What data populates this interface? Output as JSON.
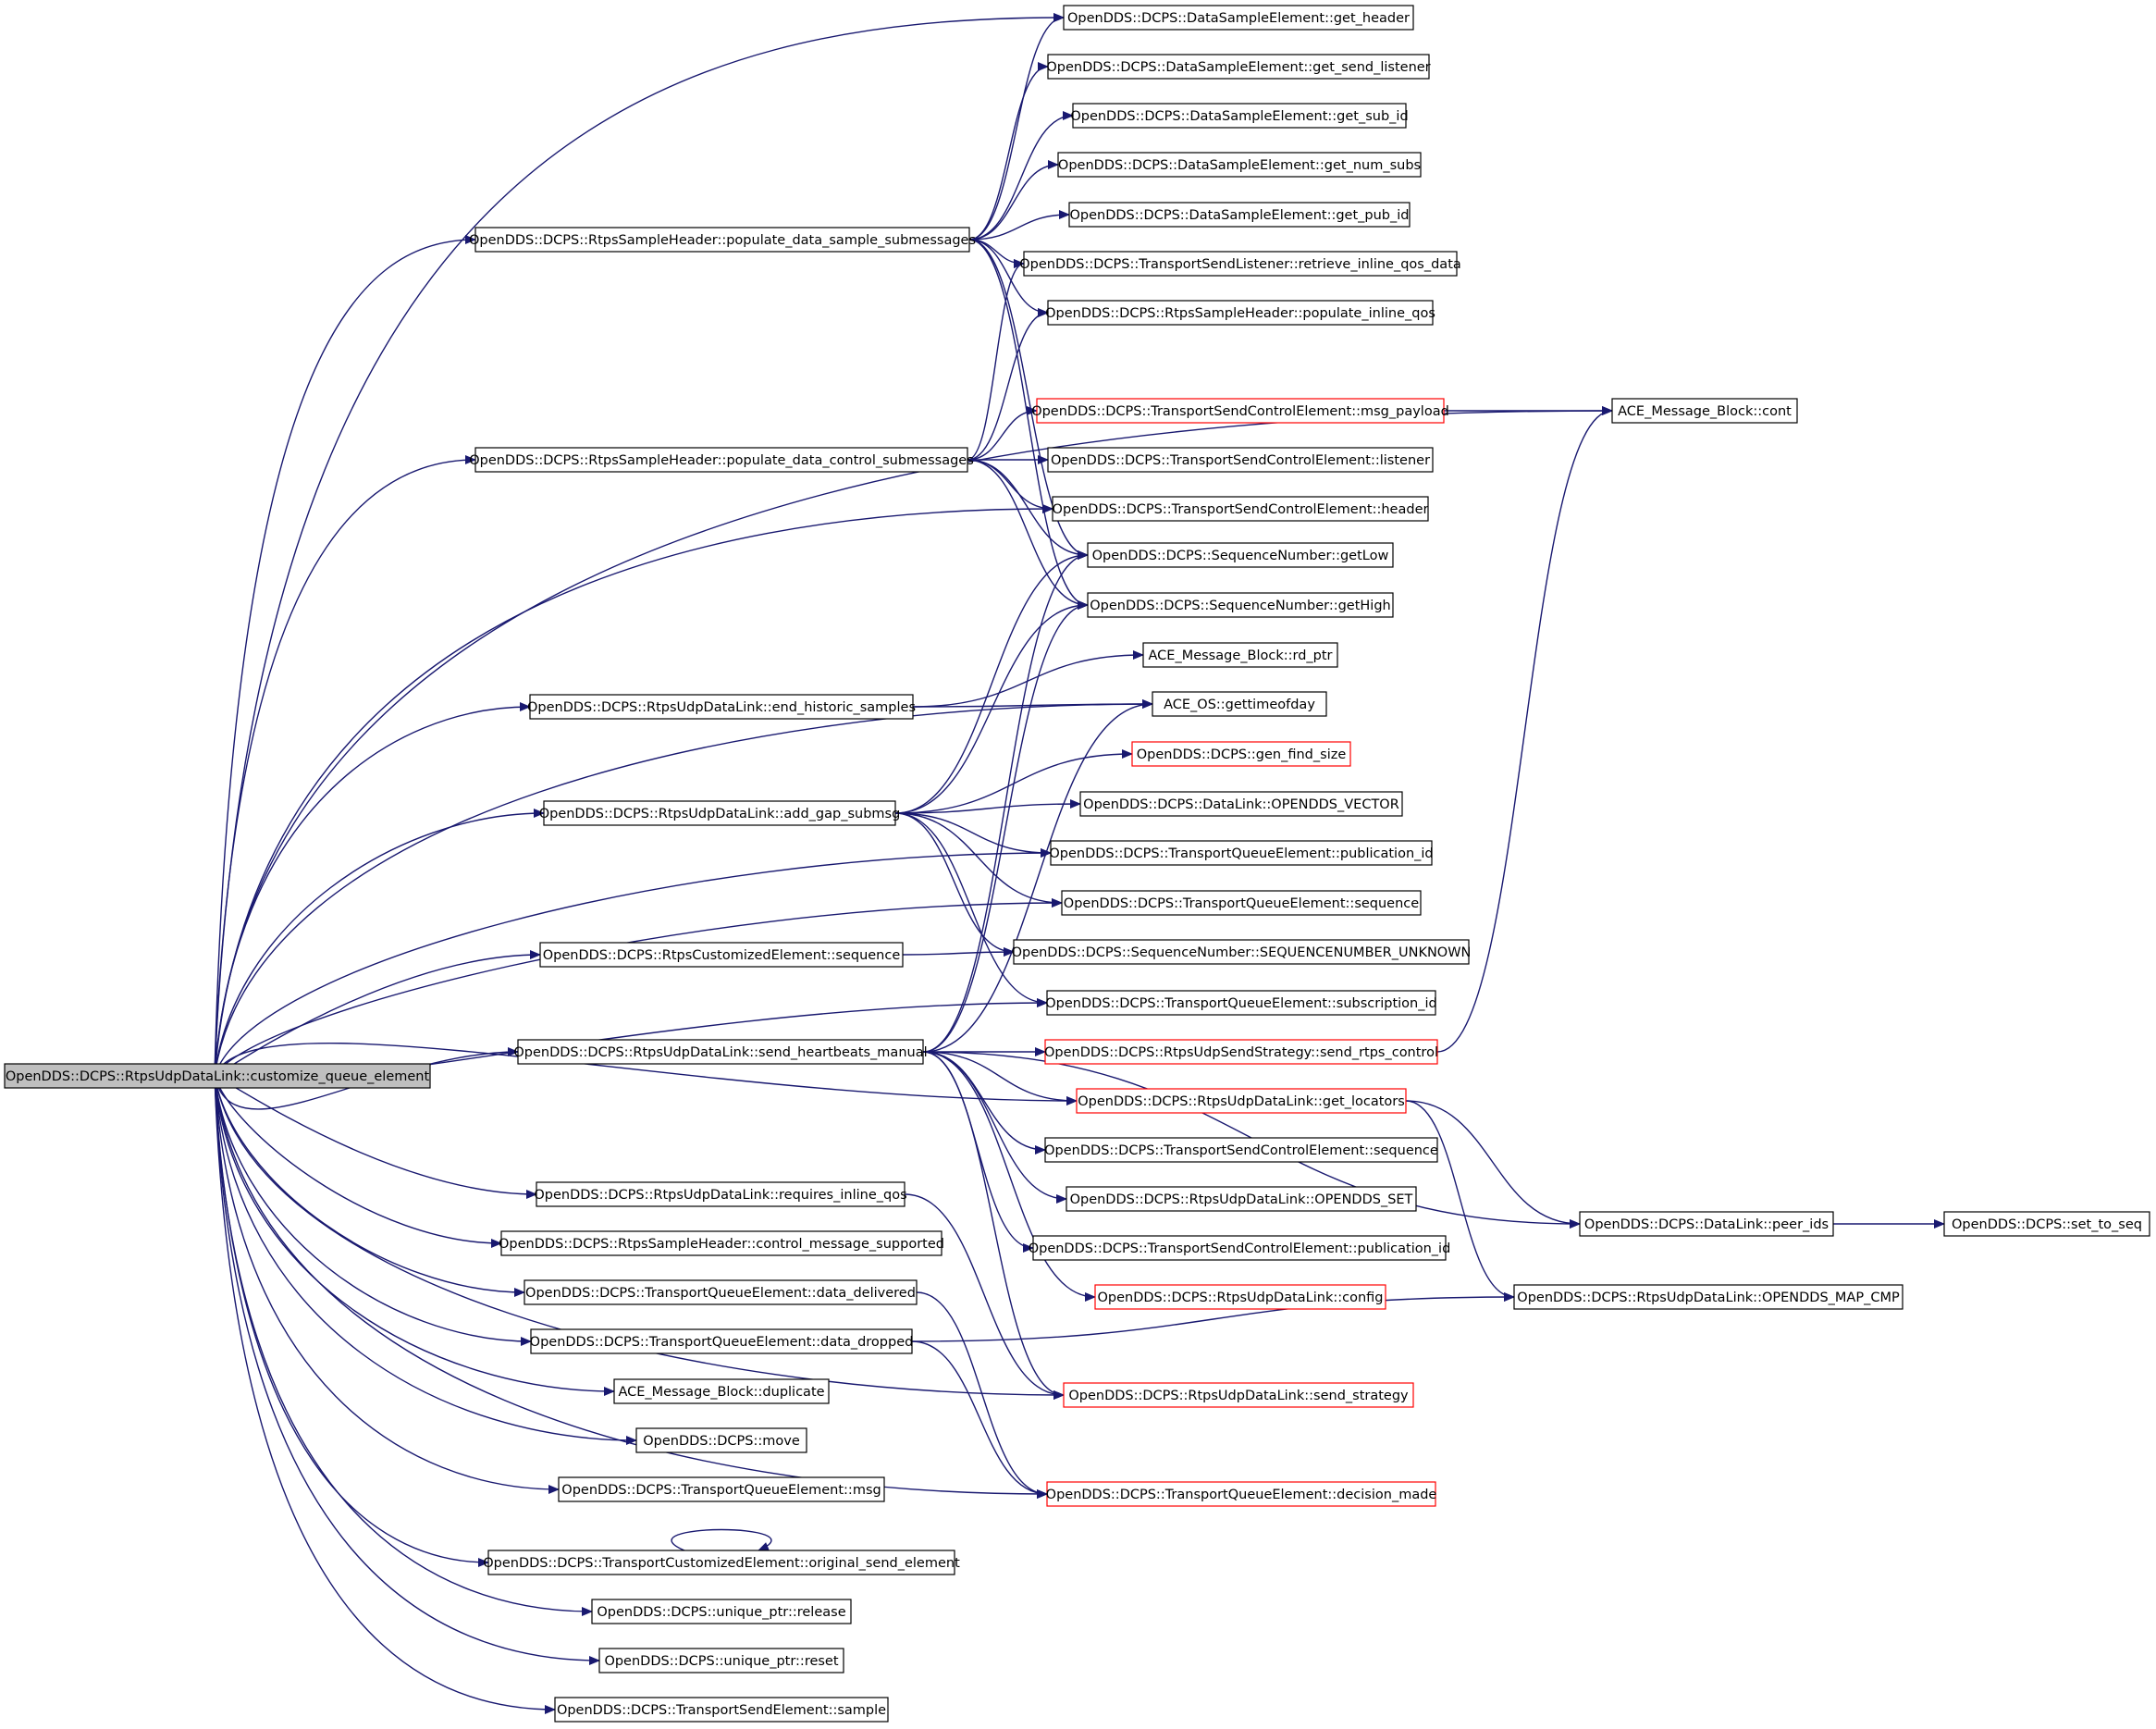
{
  "colors": {
    "edge": "#191970",
    "border_normal": "#000000",
    "border_truncated": "#ff0000",
    "root_fill": "#bfbfbf",
    "node_fill": "#ffffff",
    "text": "#000000"
  },
  "root": "OpenDDS::DCPS::RtpsUdpDataLink::customize_queue_element",
  "nodes": [
    {
      "id": "root",
      "label": "OpenDDS::DCPS::RtpsUdpDataLink::customize_queue_element",
      "style": "root"
    },
    {
      "id": "p_data_sub",
      "label": "OpenDDS::DCPS::RtpsSampleHeader::populate_data_sample_submessages",
      "style": "normal"
    },
    {
      "id": "p_ctrl_sub",
      "label": "OpenDDS::DCPS::RtpsSampleHeader::populate_data_control_submessages",
      "style": "normal"
    },
    {
      "id": "end_hist",
      "label": "OpenDDS::DCPS::RtpsUdpDataLink::end_historic_samples",
      "style": "normal"
    },
    {
      "id": "add_gap",
      "label": "OpenDDS::DCPS::RtpsUdpDataLink::add_gap_submsg",
      "style": "normal"
    },
    {
      "id": "rce_seq",
      "label": "OpenDDS::DCPS::RtpsCustomizedElement::sequence",
      "style": "normal"
    },
    {
      "id": "send_hb",
      "label": "OpenDDS::DCPS::RtpsUdpDataLink::send_heartbeats_manual",
      "style": "normal"
    },
    {
      "id": "req_qos",
      "label": "OpenDDS::DCPS::RtpsUdpDataLink::requires_inline_qos",
      "style": "normal"
    },
    {
      "id": "ctrl_sup",
      "label": "OpenDDS::DCPS::RtpsSampleHeader::control_message_supported",
      "style": "normal"
    },
    {
      "id": "tqe_deliv",
      "label": "OpenDDS::DCPS::TransportQueueElement::data_delivered",
      "style": "normal"
    },
    {
      "id": "tqe_drop",
      "label": "OpenDDS::DCPS::TransportQueueElement::data_dropped",
      "style": "normal"
    },
    {
      "id": "amb_dup",
      "label": "ACE_Message_Block::duplicate",
      "style": "normal"
    },
    {
      "id": "move",
      "label": "OpenDDS::DCPS::move",
      "style": "normal"
    },
    {
      "id": "tqe_msg",
      "label": "OpenDDS::DCPS::TransportQueueElement::msg",
      "style": "normal"
    },
    {
      "id": "tce_orig",
      "label": "OpenDDS::DCPS::TransportCustomizedElement::original_send_element",
      "style": "normal"
    },
    {
      "id": "up_rel",
      "label": "OpenDDS::DCPS::unique_ptr::release",
      "style": "normal"
    },
    {
      "id": "up_reset",
      "label": "OpenDDS::DCPS::unique_ptr::reset",
      "style": "normal"
    },
    {
      "id": "tse_sample",
      "label": "OpenDDS::DCPS::TransportSendElement::sample",
      "style": "normal"
    },
    {
      "id": "dse_hdr",
      "label": "OpenDDS::DCPS::DataSampleElement::get_header",
      "style": "normal"
    },
    {
      "id": "dse_lis",
      "label": "OpenDDS::DCPS::DataSampleElement::get_send_listener",
      "style": "normal"
    },
    {
      "id": "dse_sub",
      "label": "OpenDDS::DCPS::DataSampleElement::get_sub_id",
      "style": "normal"
    },
    {
      "id": "dse_num",
      "label": "OpenDDS::DCPS::DataSampleElement::get_num_subs",
      "style": "normal"
    },
    {
      "id": "dse_pub",
      "label": "OpenDDS::DCPS::DataSampleElement::get_pub_id",
      "style": "normal"
    },
    {
      "id": "tsl_ret",
      "label": "OpenDDS::DCPS::TransportSendListener::retrieve_inline_qos_data",
      "style": "normal"
    },
    {
      "id": "rsh_inl",
      "label": "OpenDDS::DCPS::RtpsSampleHeader::populate_inline_qos",
      "style": "normal"
    },
    {
      "id": "tsce_pay",
      "label": "OpenDDS::DCPS::TransportSendControlElement::msg_payload",
      "style": "truncated"
    },
    {
      "id": "tsce_lis",
      "label": "OpenDDS::DCPS::TransportSendControlElement::listener",
      "style": "normal"
    },
    {
      "id": "tsce_hdr",
      "label": "OpenDDS::DCPS::TransportSendControlElement::header",
      "style": "normal"
    },
    {
      "id": "sn_low",
      "label": "OpenDDS::DCPS::SequenceNumber::getLow",
      "style": "normal"
    },
    {
      "id": "sn_high",
      "label": "OpenDDS::DCPS::SequenceNumber::getHigh",
      "style": "normal"
    },
    {
      "id": "amb_rd",
      "label": "ACE_Message_Block::rd_ptr",
      "style": "normal"
    },
    {
      "id": "aceos_tod",
      "label": "ACE_OS::gettimeofday",
      "style": "normal"
    },
    {
      "id": "gen_find",
      "label": "OpenDDS::DCPS::gen_find_size",
      "style": "truncated"
    },
    {
      "id": "dl_vec",
      "label": "OpenDDS::DCPS::DataLink::OPENDDS_VECTOR",
      "style": "normal"
    },
    {
      "id": "tqe_pubid",
      "label": "OpenDDS::DCPS::TransportQueueElement::publication_id",
      "style": "normal"
    },
    {
      "id": "tqe_seq",
      "label": "OpenDDS::DCPS::TransportQueueElement::sequence",
      "style": "normal"
    },
    {
      "id": "sn_unk",
      "label": "OpenDDS::DCPS::SequenceNumber::SEQUENCENUMBER_UNKNOWN",
      "style": "normal"
    },
    {
      "id": "tqe_subid",
      "label": "OpenDDS::DCPS::TransportQueueElement::subscription_id",
      "style": "normal"
    },
    {
      "id": "rss_ctrl",
      "label": "OpenDDS::DCPS::RtpsUdpSendStrategy::send_rtps_control",
      "style": "truncated"
    },
    {
      "id": "rudl_loc",
      "label": "OpenDDS::DCPS::RtpsUdpDataLink::get_locators",
      "style": "truncated"
    },
    {
      "id": "tsce_seq",
      "label": "OpenDDS::DCPS::TransportSendControlElement::sequence",
      "style": "normal"
    },
    {
      "id": "rudl_set",
      "label": "OpenDDS::DCPS::RtpsUdpDataLink::OPENDDS_SET",
      "style": "normal"
    },
    {
      "id": "tsce_pub",
      "label": "OpenDDS::DCPS::TransportSendControlElement::publication_id",
      "style": "normal"
    },
    {
      "id": "rudl_cfg",
      "label": "OpenDDS::DCPS::RtpsUdpDataLink::config",
      "style": "truncated"
    },
    {
      "id": "rudl_ss",
      "label": "OpenDDS::DCPS::RtpsUdpDataLink::send_strategy",
      "style": "truncated"
    },
    {
      "id": "tqe_dec",
      "label": "OpenDDS::DCPS::TransportQueueElement::decision_made",
      "style": "truncated"
    },
    {
      "id": "amb_cont",
      "label": "ACE_Message_Block::cont",
      "style": "normal"
    },
    {
      "id": "dl_peer",
      "label": "OpenDDS::DCPS::DataLink::peer_ids",
      "style": "normal"
    },
    {
      "id": "rudl_map",
      "label": "OpenDDS::DCPS::RtpsUdpDataLink::OPENDDS_MAP_CMP",
      "style": "normal"
    },
    {
      "id": "set_seq",
      "label": "OpenDDS::DCPS::set_to_seq",
      "style": "normal"
    }
  ],
  "edges": [
    [
      "root",
      "p_data_sub"
    ],
    [
      "root",
      "p_ctrl_sub"
    ],
    [
      "root",
      "end_hist"
    ],
    [
      "root",
      "add_gap"
    ],
    [
      "root",
      "rce_seq"
    ],
    [
      "root",
      "send_hb"
    ],
    [
      "root",
      "req_qos"
    ],
    [
      "root",
      "ctrl_sup"
    ],
    [
      "root",
      "tqe_deliv"
    ],
    [
      "root",
      "tqe_drop"
    ],
    [
      "root",
      "amb_dup"
    ],
    [
      "root",
      "move"
    ],
    [
      "root",
      "tqe_msg"
    ],
    [
      "root",
      "tce_orig"
    ],
    [
      "root",
      "up_rel"
    ],
    [
      "root",
      "up_reset"
    ],
    [
      "root",
      "tse_sample"
    ],
    [
      "root",
      "dse_hdr"
    ],
    [
      "root",
      "amb_cont"
    ],
    [
      "root",
      "tsce_hdr"
    ],
    [
      "root",
      "aceos_tod"
    ],
    [
      "root",
      "tqe_pubid"
    ],
    [
      "root",
      "tqe_seq"
    ],
    [
      "root",
      "tqe_subid"
    ],
    [
      "root",
      "rudl_loc"
    ],
    [
      "root",
      "rudl_ss"
    ],
    [
      "root",
      "tqe_dec"
    ],
    [
      "p_data_sub",
      "dse_hdr"
    ],
    [
      "p_data_sub",
      "dse_lis"
    ],
    [
      "p_data_sub",
      "dse_sub"
    ],
    [
      "p_data_sub",
      "dse_num"
    ],
    [
      "p_data_sub",
      "dse_pub"
    ],
    [
      "p_data_sub",
      "tsl_ret"
    ],
    [
      "p_data_sub",
      "rsh_inl"
    ],
    [
      "p_data_sub",
      "sn_low"
    ],
    [
      "p_data_sub",
      "sn_high"
    ],
    [
      "p_ctrl_sub",
      "tsl_ret"
    ],
    [
      "p_ctrl_sub",
      "rsh_inl"
    ],
    [
      "p_ctrl_sub",
      "tsce_pay"
    ],
    [
      "p_ctrl_sub",
      "tsce_lis"
    ],
    [
      "p_ctrl_sub",
      "tsce_hdr"
    ],
    [
      "p_ctrl_sub",
      "sn_low"
    ],
    [
      "p_ctrl_sub",
      "sn_high"
    ],
    [
      "tsce_pay",
      "amb_cont"
    ],
    [
      "end_hist",
      "amb_rd"
    ],
    [
      "end_hist",
      "aceos_tod"
    ],
    [
      "add_gap",
      "sn_low"
    ],
    [
      "add_gap",
      "sn_high"
    ],
    [
      "add_gap",
      "gen_find"
    ],
    [
      "add_gap",
      "dl_vec"
    ],
    [
      "add_gap",
      "tqe_pubid"
    ],
    [
      "add_gap",
      "tqe_seq"
    ],
    [
      "add_gap",
      "sn_unk"
    ],
    [
      "add_gap",
      "tqe_subid"
    ],
    [
      "rce_seq",
      "sn_unk"
    ],
    [
      "send_hb",
      "sn_low"
    ],
    [
      "send_hb",
      "sn_high"
    ],
    [
      "send_hb",
      "aceos_tod"
    ],
    [
      "send_hb",
      "rss_ctrl"
    ],
    [
      "send_hb",
      "rudl_loc"
    ],
    [
      "send_hb",
      "tsce_seq"
    ],
    [
      "send_hb",
      "rudl_set"
    ],
    [
      "send_hb",
      "tsce_pub"
    ],
    [
      "send_hb",
      "rudl_cfg"
    ],
    [
      "send_hb",
      "rudl_ss"
    ],
    [
      "send_hb",
      "dl_peer"
    ],
    [
      "rss_ctrl",
      "amb_cont"
    ],
    [
      "rudl_loc",
      "dl_peer"
    ],
    [
      "rudl_loc",
      "rudl_map"
    ],
    [
      "dl_peer",
      "set_seq"
    ],
    [
      "req_qos",
      "rudl_ss"
    ],
    [
      "tqe_deliv",
      "tqe_dec"
    ],
    [
      "tqe_drop",
      "tqe_dec"
    ],
    [
      "tqe_drop",
      "rudl_map"
    ],
    [
      "tce_orig",
      "tce_orig"
    ]
  ]
}
